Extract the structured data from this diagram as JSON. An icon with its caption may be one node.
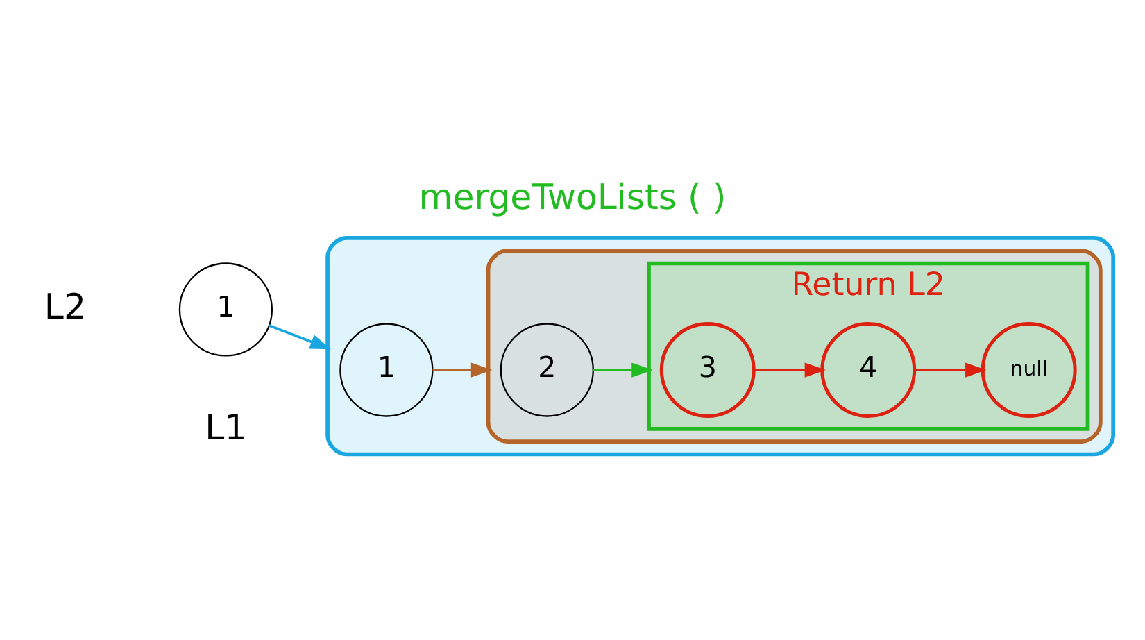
{
  "diagram": {
    "title": "mergeTwoLists ( )",
    "nodes": [
      {
        "text": [],
        "shape": "cloud"
      },
      {
        "text": [
          "1"
        ],
        "in": 0,
        "beside": [
          "L1"
        ]
      },
      {
        "text": [],
        "shape": "cloud",
        "in": 0
      },
      {
        "text": [
          "2"
        ],
        "in": 2
      },
      {
        "text": [
          "Return L2"
        ],
        "in": 2
      },
      {
        "text": [
          "3"
        ],
        "in": 4
      },
      {
        "text": [
          "4"
        ],
        "in": 4
      },
      {
        "text": [
          "null"
        ],
        "in": 4
      },
      {
        "text": [
          "1"
        ],
        "beside": [
          "L2"
        ]
      }
    ],
    "edges": [
      {
        "from": 1,
        "to": 2,
        "arrow": "to",
        "color": "#b5652a"
      },
      {
        "from": 3,
        "to": 4,
        "arrow": "to",
        "color": "#22bb22"
      },
      {
        "from": 8,
        "to": 0,
        "arrow": "to",
        "color": "#1aa7e0"
      },
      {
        "from": 5,
        "to": 6,
        "arrow": "to",
        "color": "#dd2211"
      },
      {
        "from": 6,
        "to": 7,
        "arrow": "to",
        "color": "#dd2211"
      }
    ]
  }
}
